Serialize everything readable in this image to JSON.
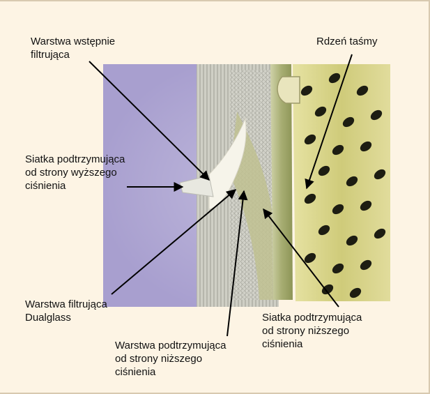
{
  "labels": {
    "prefilter": "Warstwa wstępnie\nfiltrująca",
    "core": "Rdzeń taśmy",
    "mesh_high": "Siatka podtrzymująca\nod strony wyższego\nciśnienia",
    "dualglass": "Warstwa filtrująca\nDualglass",
    "support_low": "Warstwa podtrzymująca\nod strony niższego\nciśnienia",
    "mesh_low": "Siatka podtrzymująca\nod strony niższego\nciśnienia"
  },
  "colors": {
    "frame_bg": "#fdf4e4",
    "lavender": "#a89fcf",
    "arrow": "#000000"
  }
}
